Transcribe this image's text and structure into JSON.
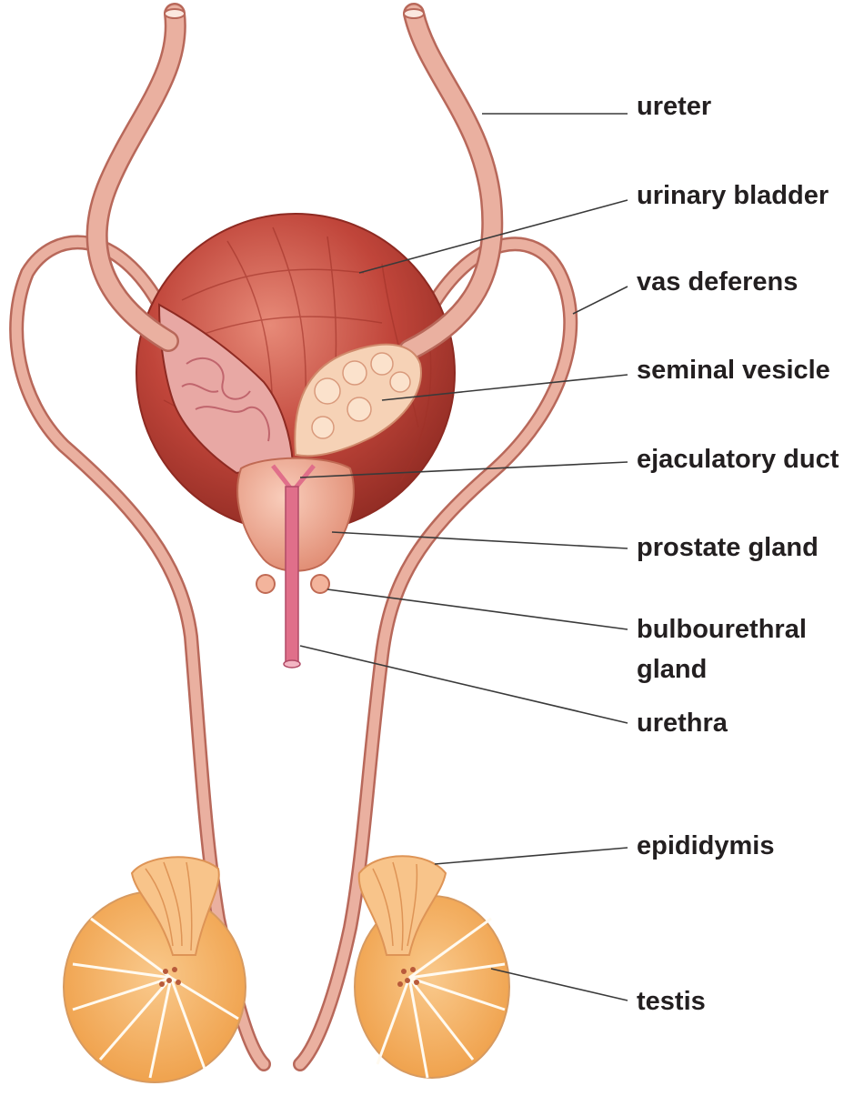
{
  "labels": {
    "ureter": "ureter",
    "urinary_bladder": "urinary bladder",
    "vas_deferens": "vas deferens",
    "seminal_vesicle": "seminal vesicle",
    "ejaculatory_duct": "ejaculatory duct",
    "prostate_gland": "prostate gland",
    "bulbourethral_line1": "bulbourethral",
    "bulbourethral_line2": "gland",
    "urethra": "urethra",
    "epididymis": "epididymis",
    "testis": "testis"
  },
  "colors": {
    "duct_fill": "#eab0a0",
    "duct_outline": "#b8685a",
    "bladder": "#c0453a",
    "bladder_dark": "#8e2a22",
    "seminal_vesicle": "#f6d2b6",
    "prostate": "#f0a88e",
    "urethra": "#e06f8a",
    "testis_fill": "#f5b870",
    "testis_lobule": "#f2a552",
    "leader_line": "#3a3a3a"
  }
}
